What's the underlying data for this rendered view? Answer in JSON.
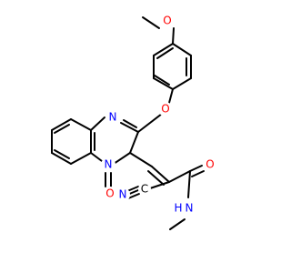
{
  "colors": {
    "carbon_bond": "#000000",
    "nitrogen": "#0000ff",
    "oxygen": "#ff0000",
    "background": "#ffffff"
  },
  "atoms": {
    "methoxy_o": "O",
    "ether_o": "O",
    "ring_n_top": "N",
    "ring_n_bridge": "N",
    "carbonyl_o_ring": "O",
    "amide_o": "O",
    "amide_n": "N",
    "amide_h": "H",
    "nitrile_n": "N",
    "nitrile_c": "C"
  }
}
